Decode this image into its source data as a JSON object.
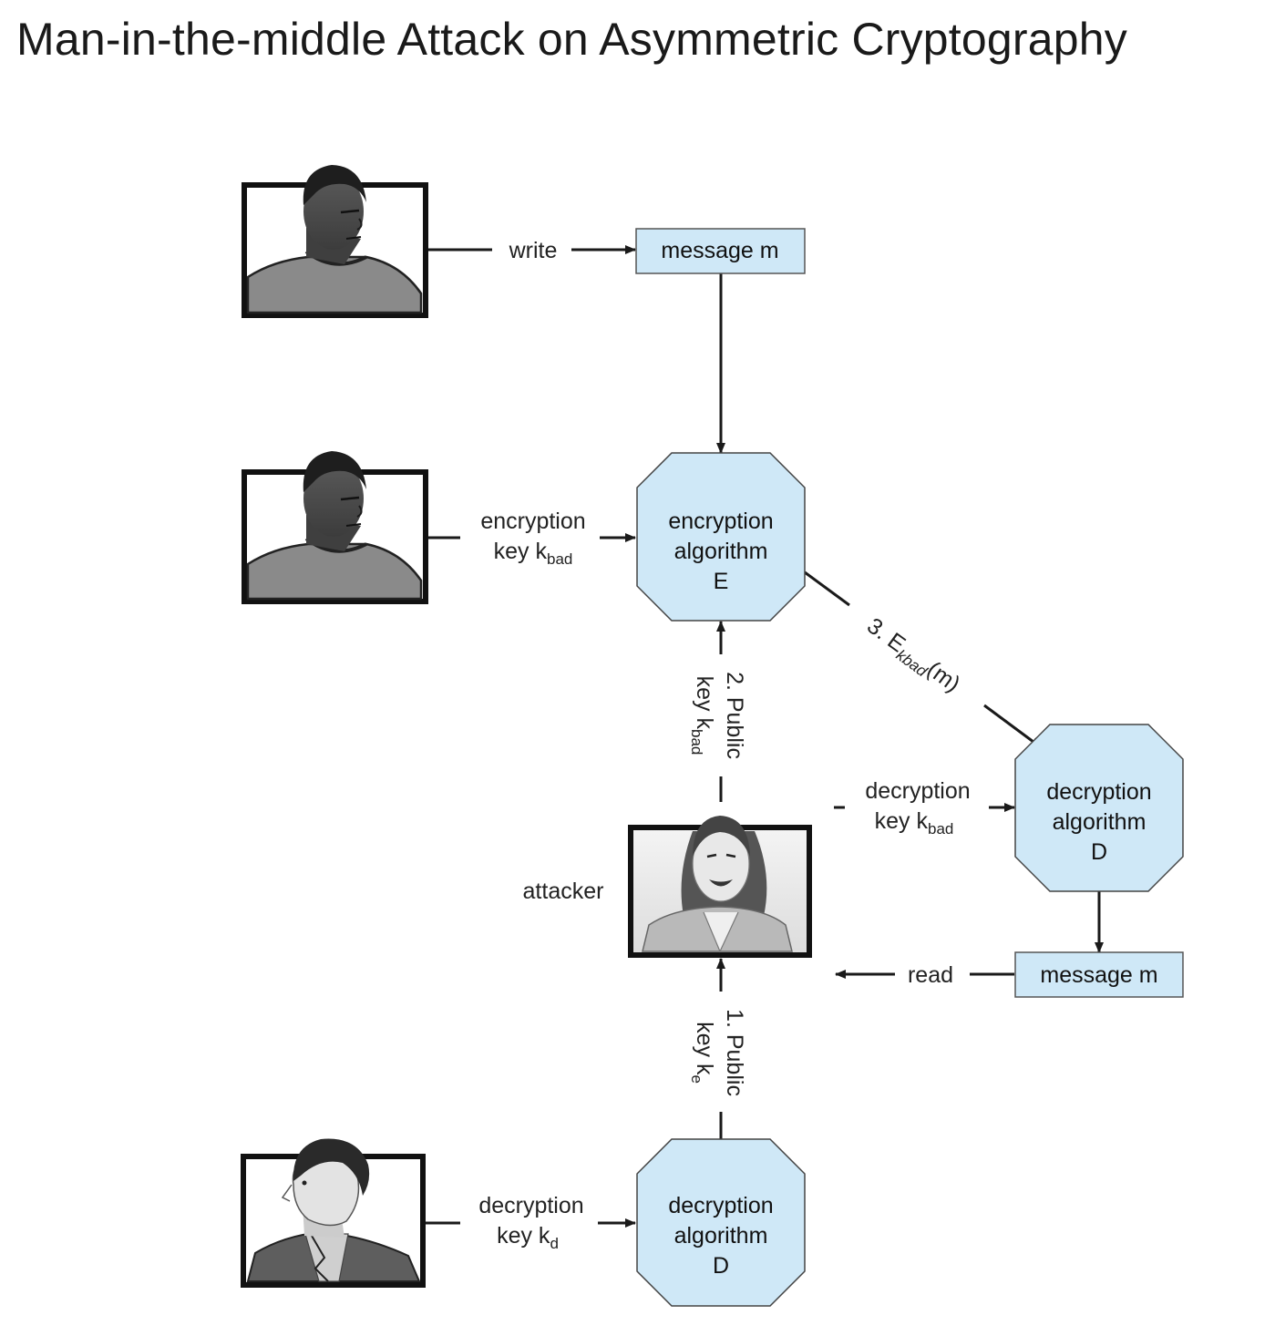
{
  "title": "Man-in-the-middle Attack on Asymmetric Cryptography",
  "nodes": {
    "message_top": "message m",
    "enc_alg": [
      "encryption",
      "algorithm",
      "E"
    ],
    "dec_alg_right": [
      "decryption",
      "algorithm",
      "D"
    ],
    "message_bottom": "message m",
    "dec_alg_bottom": [
      "decryption",
      "algorithm",
      "D"
    ]
  },
  "edges": {
    "write": "write",
    "enc_key_line1": "encryption",
    "enc_key_line2": "key k",
    "enc_key_sub": "bad",
    "step2_line1": "2. Public",
    "step2_line2": "key k",
    "step2_sub": "bad",
    "step3_main": "3. E",
    "step3_sub": "kbad",
    "step3_tail": "(m)",
    "dec_key_right_line1": "decryption",
    "dec_key_right_line2": "key k",
    "dec_key_right_sub": "bad",
    "read": "read",
    "step1_line1": "1. Public",
    "step1_line2": "key k",
    "step1_sub": "e",
    "dec_key_bottom_line1": "decryption",
    "dec_key_bottom_line2": "key k",
    "dec_key_bottom_sub": "d"
  },
  "people": {
    "attacker": "attacker"
  },
  "colors": {
    "node_fill": "#cfe8f7",
    "node_stroke": "#555555",
    "line": "#1a1a1a"
  }
}
